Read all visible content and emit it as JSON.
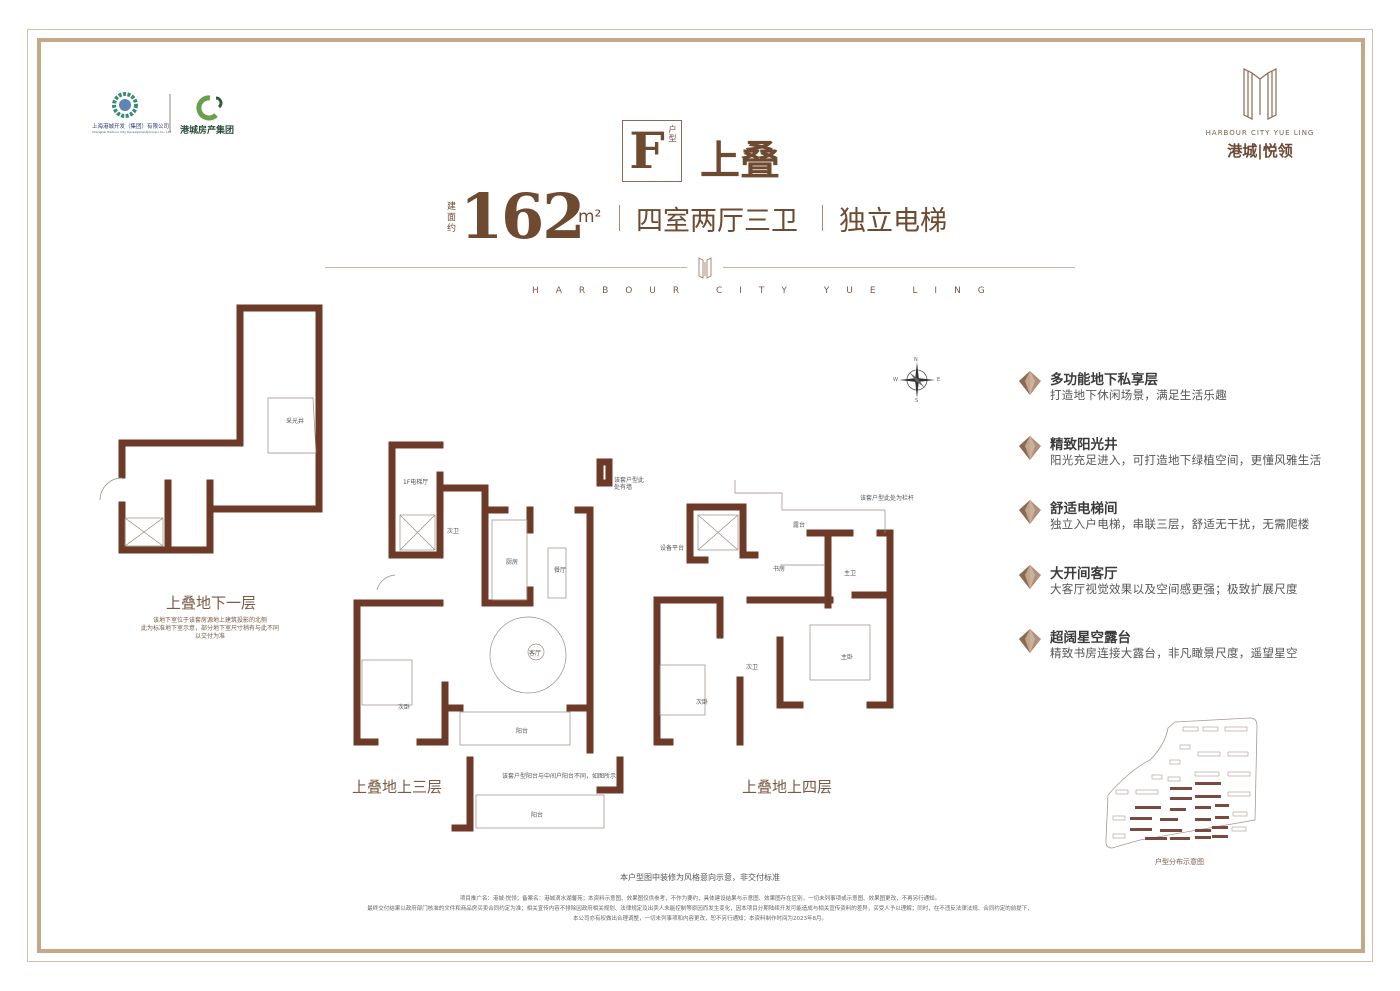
{
  "logos": {
    "left_company": "上海港城开发（集团）有限公司",
    "left_company_en": "Shanghai Harbour City Development(Group) Co., Ltd.",
    "left_group": "港城房产集团",
    "right_brand_en": "HARBOUR CITY YUE LING",
    "right_brand_cn": "港城|悦领"
  },
  "header": {
    "type_letter": "F",
    "type_sub": "户型",
    "type_name": "上叠",
    "area_label": "建面约",
    "area_value": "162",
    "area_unit": "m²",
    "layout": "四室两厅三卫",
    "elevator": "独立电梯",
    "tagline": "HARBOUR CITY YUE LING"
  },
  "features": [
    {
      "title": "多功能地下私享层",
      "desc": "打造地下休闲场景，满足生活乐趣"
    },
    {
      "title": "精致阳光井",
      "desc": "阳光充足进入，可打造地下绿植空间，更懂风雅生活"
    },
    {
      "title": "舒适电梯间",
      "desc": "独立入户电梯，串联三层，舒适无干扰，无需爬楼"
    },
    {
      "title": "大开间客厅",
      "desc": "大客厅视觉效果以及空间感更强；极致扩展尺度"
    },
    {
      "title": "超阔星空露台",
      "desc": "精致书房连接大露台，非凡瞰景尺度，遥望星空"
    }
  ],
  "floors": {
    "basement": {
      "title": "上叠地下一层",
      "rooms": [
        "采光井"
      ],
      "notes": [
        "该地下室位于该套房源地上建筑投影的北侧",
        "此为标准地下室示意，部分地下室尺寸稍有与此不同",
        "以交付为准"
      ]
    },
    "third": {
      "title": "上叠地上三层",
      "rooms": {
        "elevator_hall": "1F电梯厅",
        "bath": "次卫",
        "kitchen": "厨房",
        "dining": "餐厅",
        "living": "客厅",
        "bedroom": "次卧",
        "balcony": "阳台",
        "balcony2": "阳台"
      },
      "notes": [
        "该套户型此处有墙",
        "该套户型阳台与中间户阳台不同，如图所示"
      ]
    },
    "fourth": {
      "title": "上叠地上四层",
      "rooms": {
        "terrace": "露台",
        "platform": "设备平台",
        "study": "书房",
        "master_bath": "主卫",
        "master_bed": "主卧",
        "bath": "次卫",
        "bedroom": "次卧"
      },
      "notes": [
        "该套户型此处为栏杆"
      ]
    }
  },
  "compass": {
    "n": "N",
    "s": "S",
    "e": "E",
    "w": "W"
  },
  "site_map": {
    "caption": "户型分布示意图"
  },
  "footer": {
    "headline": "本户型图中装修为风格意向示意，非交付标准",
    "lines": [
      "项目推广名：港城·悦领；备案名：港城滴水湖馨苑；本资料示意图、效果图仅供参考，不作为要约，具体建设结果与示意图、效果图存在区别，一切未列事项或示意图、效果图更改，不再另行通知。",
      "最终交付结果以政府部门核准的文件和商品房买卖合同约定为准；相关宣传内容不排除因政府相关规划、法律规定及出卖人未能控制等原因而发生变化，因本项目分期陆续开发可能造成与相关宣传资料的差异，买受人予以理解；同时，在不违反法律法规、合同约定的前提下，",
      "本公司亦有权做出合理调整，一切未列事项和内容更改，恕不另行通知；本资料制作时间为2023年8月。"
    ]
  },
  "colors": {
    "wall": "#6e3a28",
    "frame": "#c5a888",
    "accent": "#6e4a30"
  }
}
